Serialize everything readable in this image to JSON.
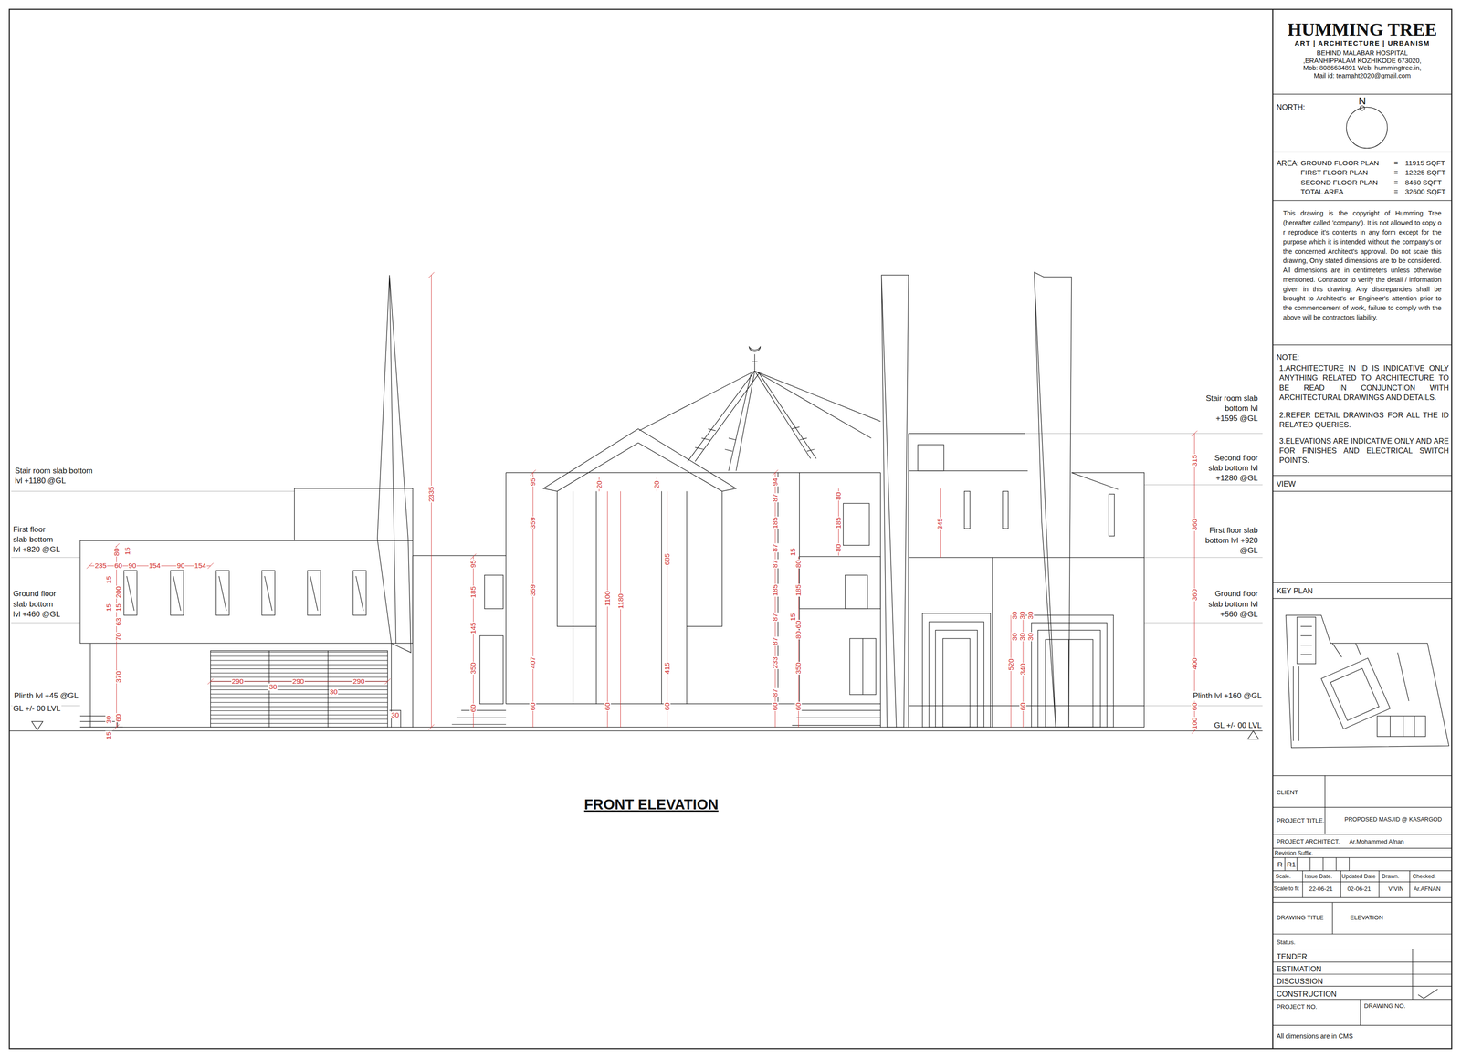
{
  "diagram": {
    "title": "FRONT ELEVATION",
    "labels": [
      "Stair room slab bottom lvl +1180 @GL",
      "First floor slab bottom lvl +820 @GL",
      "Ground floor slab bottom lvl +460 @GL",
      "Plinth lvl +45 @GL",
      "GL +/- 00 LVL",
      "Stair room slab bottom lvl +1595 @GL",
      "Second floor slab bottom lvl +1280 @GL",
      "First floor slab bottom lvl +920 @GL",
      "Ground floor slab bottom lvl +560 @GL",
      "Plinth lvl +160 @GL",
      "GL +/- 00 LVL",
      "80",
      "15",
      "15",
      "200",
      "15",
      "15",
      "63",
      "70",
      "370",
      "30",
      "60",
      "15",
      "235",
      "60",
      "90",
      "154",
      "90",
      "154",
      "290",
      "30",
      "290",
      "30",
      "290",
      "30",
      "2335",
      "95",
      "185",
      "145",
      "350",
      "60",
      "95",
      "359",
      "359",
      "407",
      "60",
      "20",
      "20",
      "1100",
      "1180",
      "685",
      "415",
      "60",
      "60",
      "94",
      "87",
      "185",
      "87",
      "87",
      "185",
      "87",
      "87",
      "233",
      "87",
      "60",
      "15",
      "80",
      "185",
      "15",
      "60",
      "80",
      "350",
      "60",
      "80",
      "185",
      "80",
      "345",
      "520",
      "30",
      "30",
      "30",
      "30",
      "30",
      "30",
      "340",
      "60",
      "315",
      "360",
      "360",
      "400",
      "60",
      "100",
      "HUMMING TREE",
      "ART | ARCHITECTURE | URBANISM",
      "BEHIND MALABAR HOSPITAL ,ERANHIPPALAM KOZHIKODE 673020, Mob: 8086634891 Web: hummingtree.in, Mail id: teamaht2020@gmail.com",
      "NORTH:",
      "N",
      "AREA:",
      "GROUND FLOOR PLAN",
      "=",
      "11915 SQFT",
      "FIRST FLOOR PLAN",
      "=",
      "12225 SQFT",
      "SECOND FLOOR PLAN",
      "=",
      "8460 SQFT",
      "TOTAL AREA",
      "=",
      "32600 SQFT",
      "This drawing is the copyright of Humming Tree (hereafter called 'company'). It is not allowed to copy o r reproduce it's contents in any form except for the purpose which it is intended without the company's or the concerned Architect's approval. Do not scale this drawing, Only stated dimensions are to be considered. All dimensions are in centimeters unless otherwise mentioned. Contractor to verify the detail / information given in this drawing, Any discrepancies shall be brought to Architect's or Engineer's attention prior to the commencement of work, failure to comply with the above will be contractors liability.",
      "NOTE:",
      "1.ARCHITECTURE IN ID IS INDICATIVE ONLY ANYTHING RELATED TO ARCHITECTURE TO BE READ IN CONJUNCTION WITH ARCHITECTURAL DRAWINGS AND DETAILS.",
      "2.REFER DETAIL DRAWINGS FOR ALL THE ID RELATED QUERIES.",
      "3.ELEVATIONS ARE INDICATIVE ONLY AND ARE FOR FINISHES AND ELECTRICAL SWITCH POINTS.",
      "VIEW",
      "KEY PLAN",
      "CLIENT",
      "PROJECT TITLE.",
      "PROPOSED MASJID @ KASARGOD",
      "PROJECT ARCHITECT.",
      "Ar.Mohammed Afnan",
      "Revision Suffix.",
      "R",
      "R1",
      "Scale.",
      "Issue Date.",
      "Updated Date",
      "Drawn.",
      "Checked.",
      "Scale to fit",
      "22-06-21",
      "02-06-21",
      "VIVIN",
      "Ar.AFNAN",
      "DRAWING TITLE",
      "ELEVATION",
      "Status.",
      "TENDER",
      "ESTIMATION",
      "DISCUSSION",
      "CONSTRUCTION",
      "PROJECT NO.",
      "DRAWING NO.",
      "All dimensions are in CMS"
    ]
  }
}
